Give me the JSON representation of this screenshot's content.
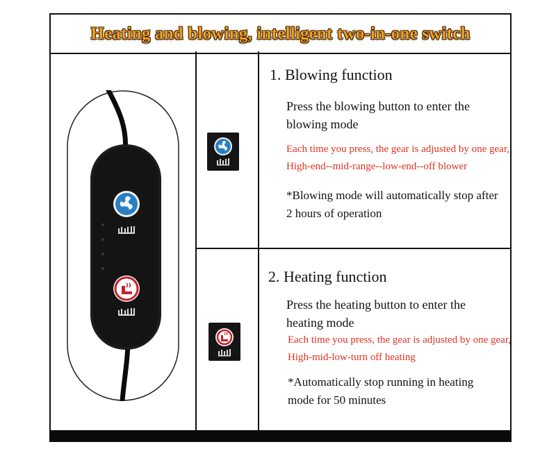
{
  "title": "Heating and blowing, intelligent two-in-one switch",
  "blowing": {
    "heading": "1. Blowing function",
    "lines": [
      "Press the blowing button to enter the",
      "blowing mode"
    ],
    "red_lines": [
      "Each time you press, the gear is adjusted by one gear,",
      "High-end--mid-range--low-end--off blower"
    ],
    "note_lines": [
      "*Blowing mode will automatically stop after",
      "2 hours of operation"
    ]
  },
  "heating": {
    "heading": "2. Heating function",
    "lines": [
      "Press the heating button to enter the",
      "heating mode"
    ],
    "red_lines": [
      "Each time you press, the gear is adjusted by one gear,",
      "High-mid-low-turn off heating"
    ],
    "note_lines": [
      "*Automatically stop running in heating",
      "mode for 50 minutes"
    ]
  },
  "colors": {
    "title_gold": "#f0a020",
    "red_text": "#e0321e",
    "fan_blue": "#2a7fc4",
    "heat_red": "#c8202a"
  },
  "icons": {
    "fan": "fan-icon",
    "heat": "seat-heat-icon",
    "level": "level-bars-icon"
  }
}
